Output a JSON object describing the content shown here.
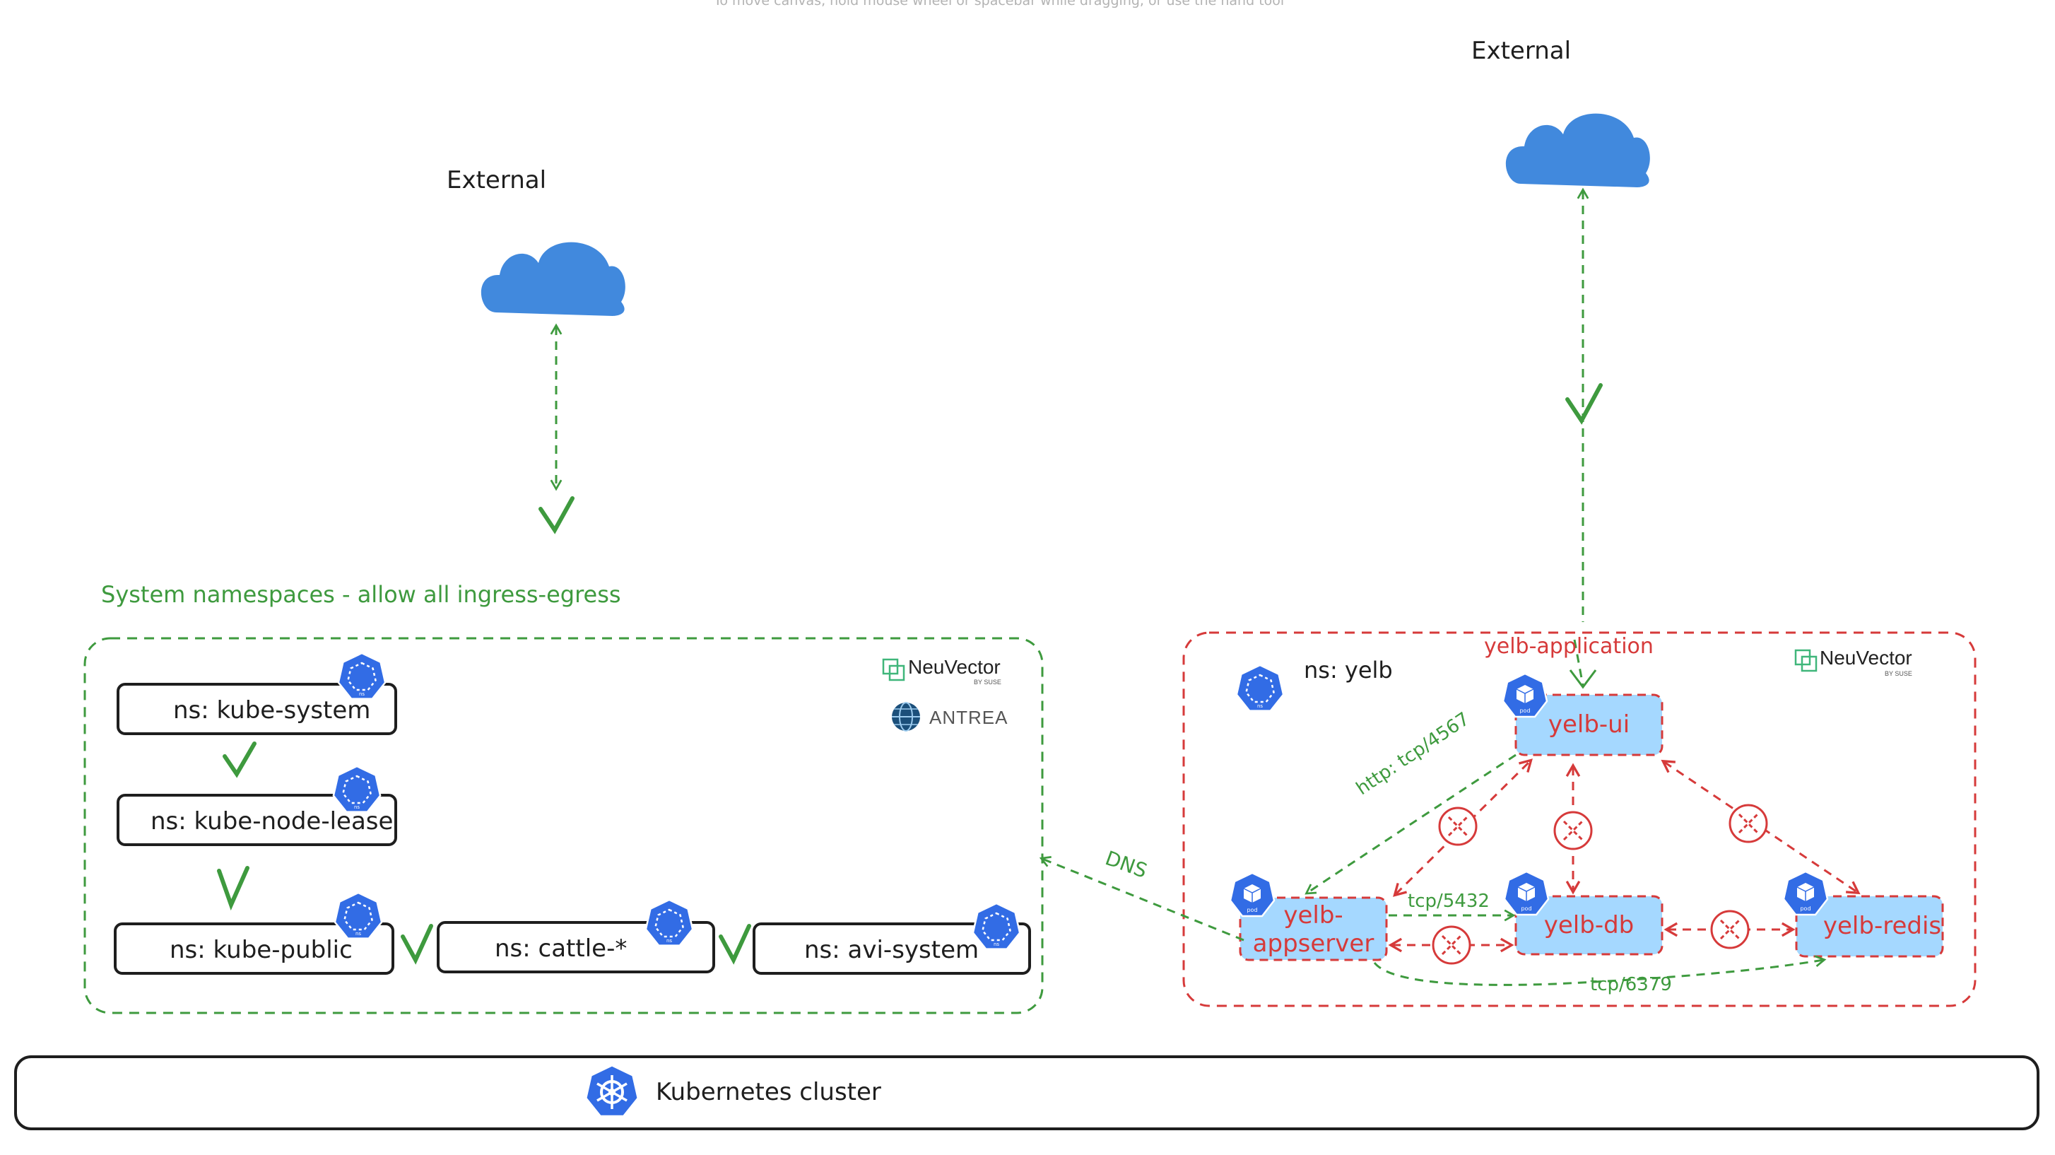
{
  "canvas": {
    "hint": "To move canvas, hold mouse wheel or spacebar while dragging, or use the hand tool"
  },
  "external_left": {
    "label": "External"
  },
  "external_right": {
    "label": "External"
  },
  "system": {
    "title": "System namespaces - allow all ingress-egress",
    "namespaces": [
      "ns: kube-system",
      "ns: kube-node-lease",
      "ns: kube-public",
      "ns: cattle-*",
      "ns: avi-system"
    ]
  },
  "logos": {
    "neuvector": "NeuVector",
    "neuvector_sub": "BY SUSE",
    "antrea": "ANTREA"
  },
  "yelb": {
    "namespace": "ns: yelb",
    "app_label": "yelb-application",
    "pods": {
      "ui": "yelb-ui",
      "appserver_1": "yelb-",
      "appserver_2": "appserver",
      "db": "yelb-db",
      "redis": "yelb-redis"
    },
    "edges": {
      "http": "http: tcp/4567",
      "pg": "tcp/5432",
      "redis": "tcp/6379",
      "dns": "DNS"
    }
  },
  "icons": {
    "ns_badge": "ns",
    "pod_badge": "pod"
  },
  "cluster": {
    "label": "Kubernetes cluster"
  },
  "colors": {
    "allow": "#3e9a3e",
    "deny": "#d63a3a",
    "cloud": "#4189dd",
    "k8s": "#326ce5",
    "pod_fill": "#a5d8ff",
    "border": "#1e1e1e"
  }
}
